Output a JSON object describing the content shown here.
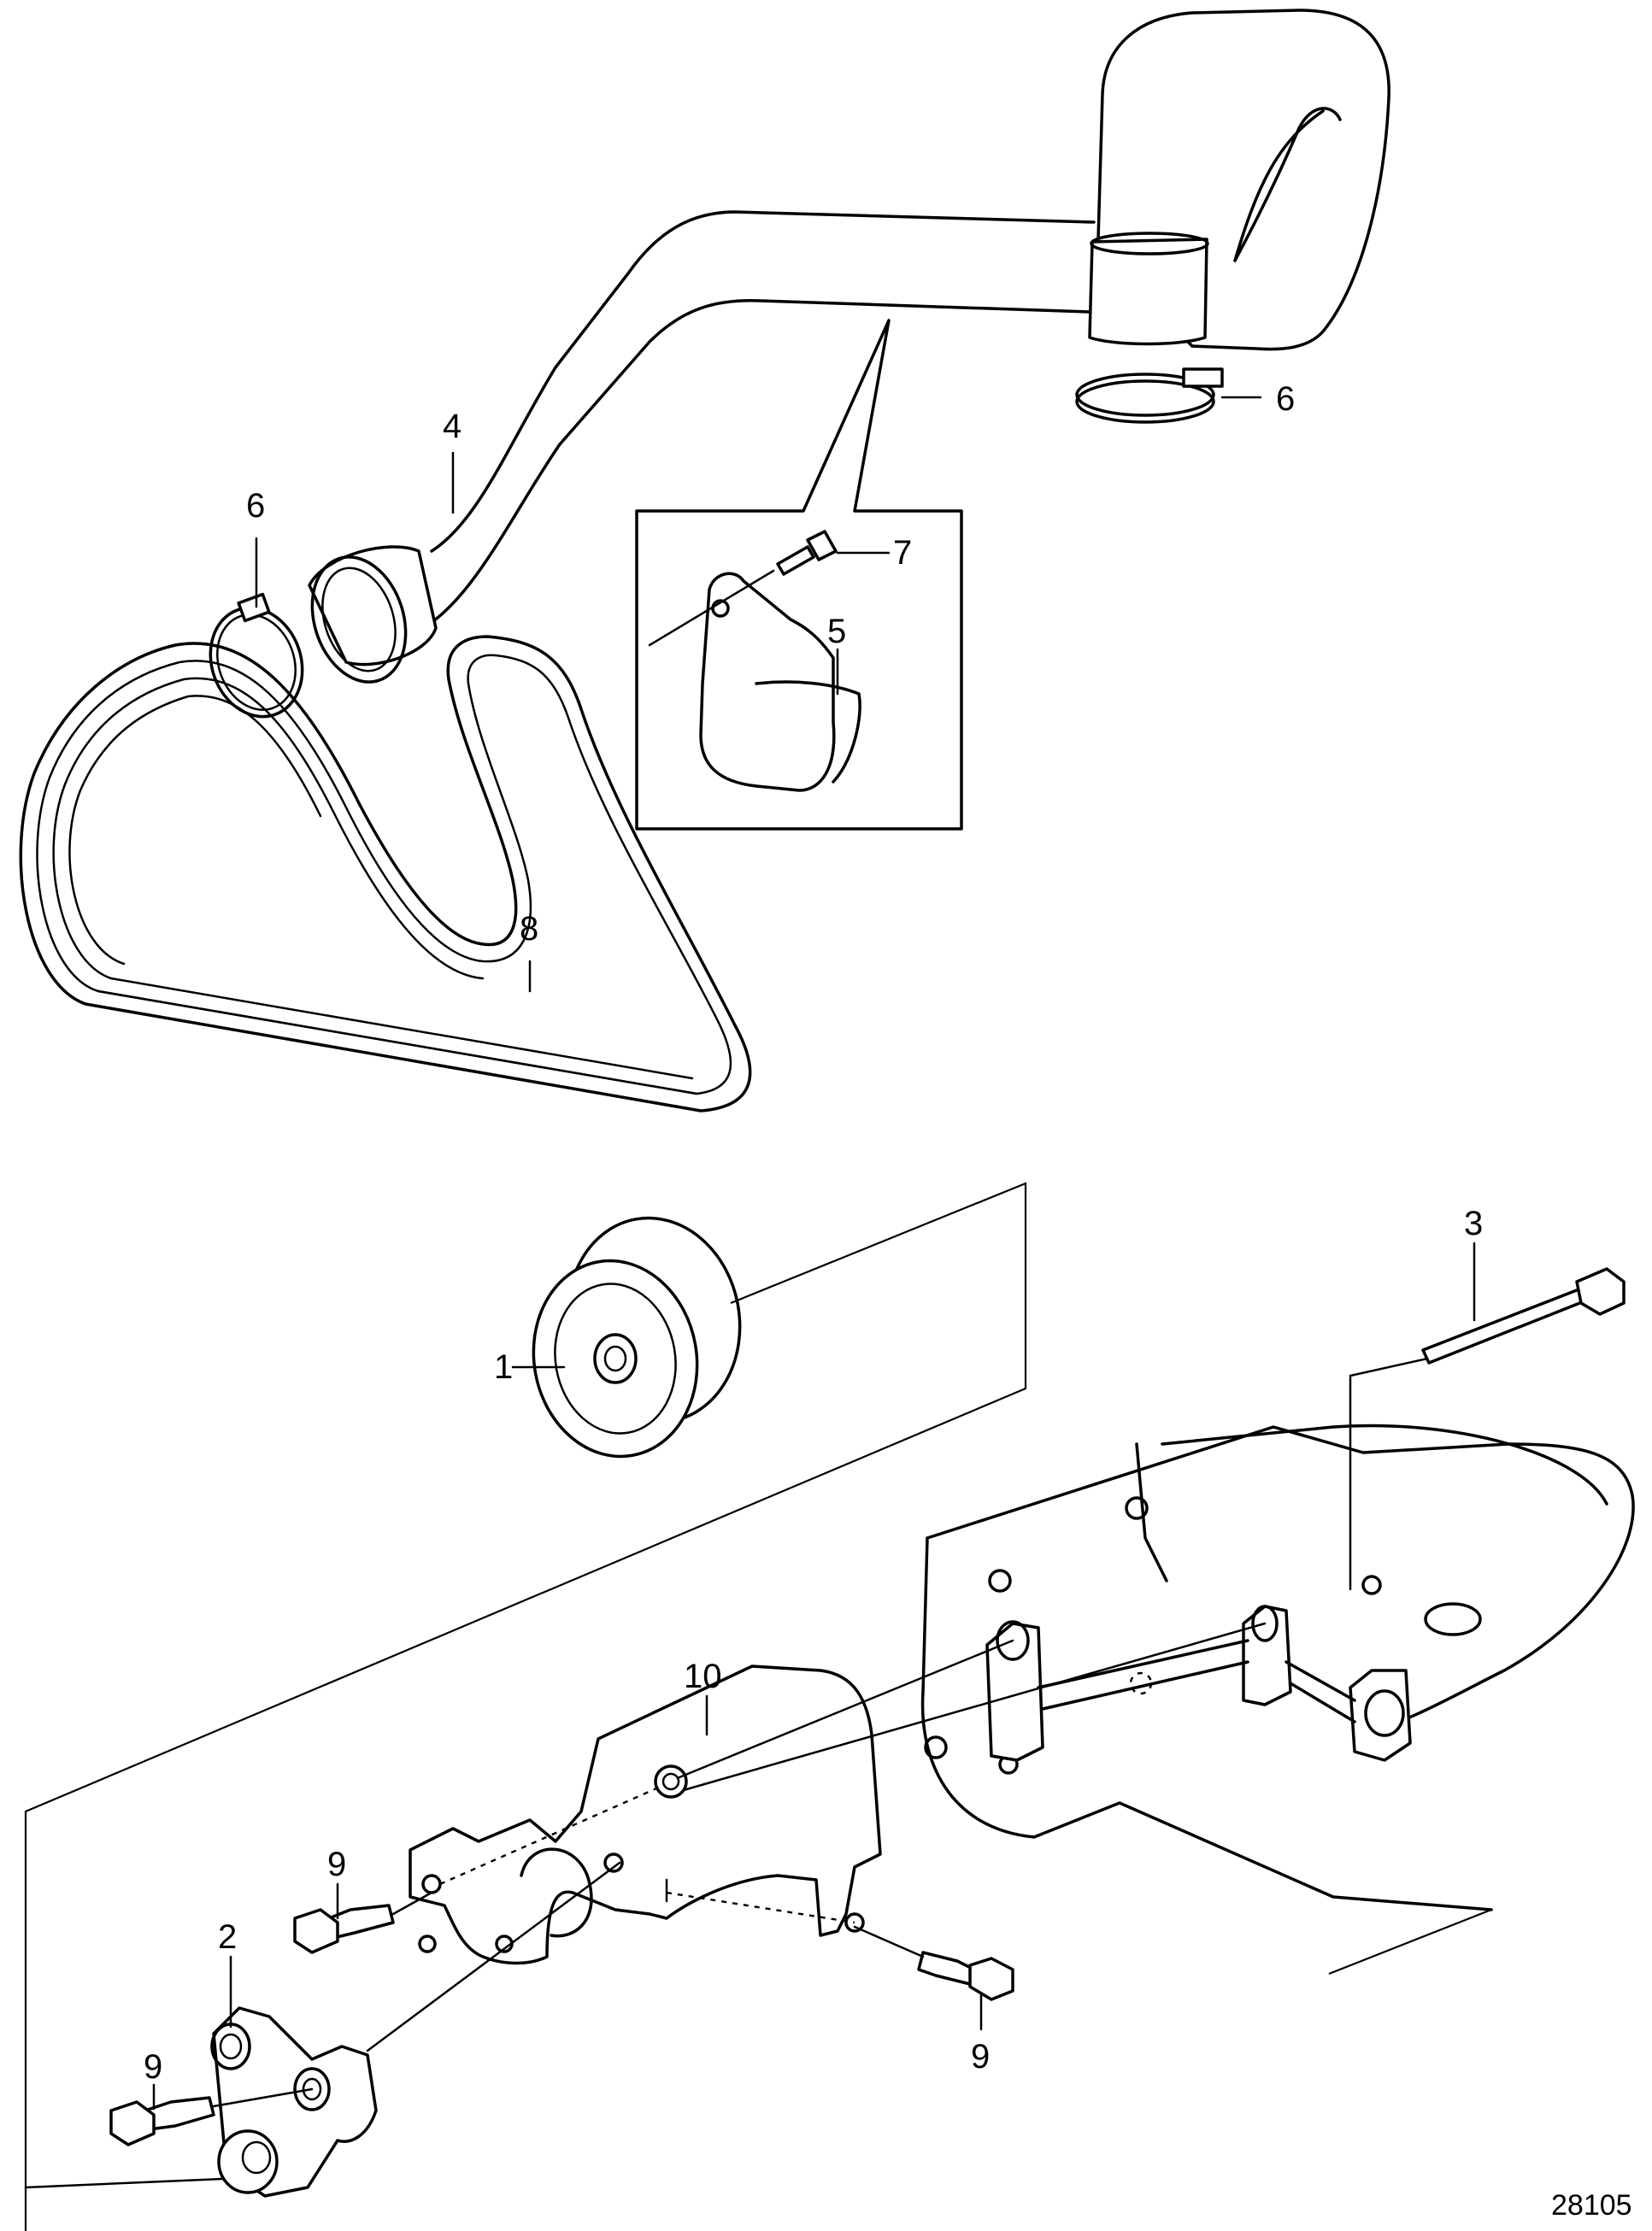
{
  "callouts": {
    "c1": "1",
    "c2": "2",
    "c3": "3",
    "c4": "4",
    "c5": "5",
    "c6a": "6",
    "c6b": "6",
    "c7": "7",
    "c8": "8",
    "c9a": "9",
    "c9b": "9",
    "c9c": "9",
    "c10": "10"
  },
  "reference_number": "28105"
}
